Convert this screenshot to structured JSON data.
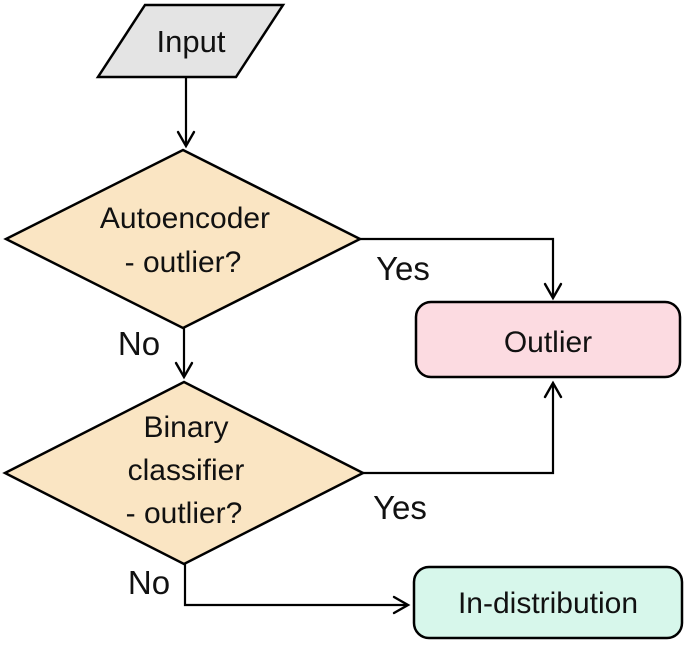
{
  "flowchart": {
    "background_color": "#ffffff",
    "line_color": "#000000",
    "text_color": "#111111",
    "nodes": {
      "input": {
        "label": "Input",
        "shape": "parallelogram",
        "fill": "#e4e4e4"
      },
      "autoencoder_decision": {
        "shape": "diamond",
        "fill": "#fae5c3",
        "lines": [
          "Autoencoder",
          "- outlier?"
        ]
      },
      "binary_decision": {
        "shape": "diamond",
        "fill": "#fae5c3",
        "lines": [
          "Binary",
          "classifier",
          "- outlier?"
        ]
      },
      "outlier": {
        "label": "Outlier",
        "shape": "rounded-rectangle",
        "fill": "#fcdbe1"
      },
      "in_distribution": {
        "label": "In-distribution",
        "shape": "rounded-rectangle",
        "fill": "#d7f7eb"
      }
    },
    "edge_labels": {
      "autoencoder_yes": "Yes",
      "autoencoder_no": "No",
      "binary_yes": "Yes",
      "binary_no": "No"
    }
  }
}
